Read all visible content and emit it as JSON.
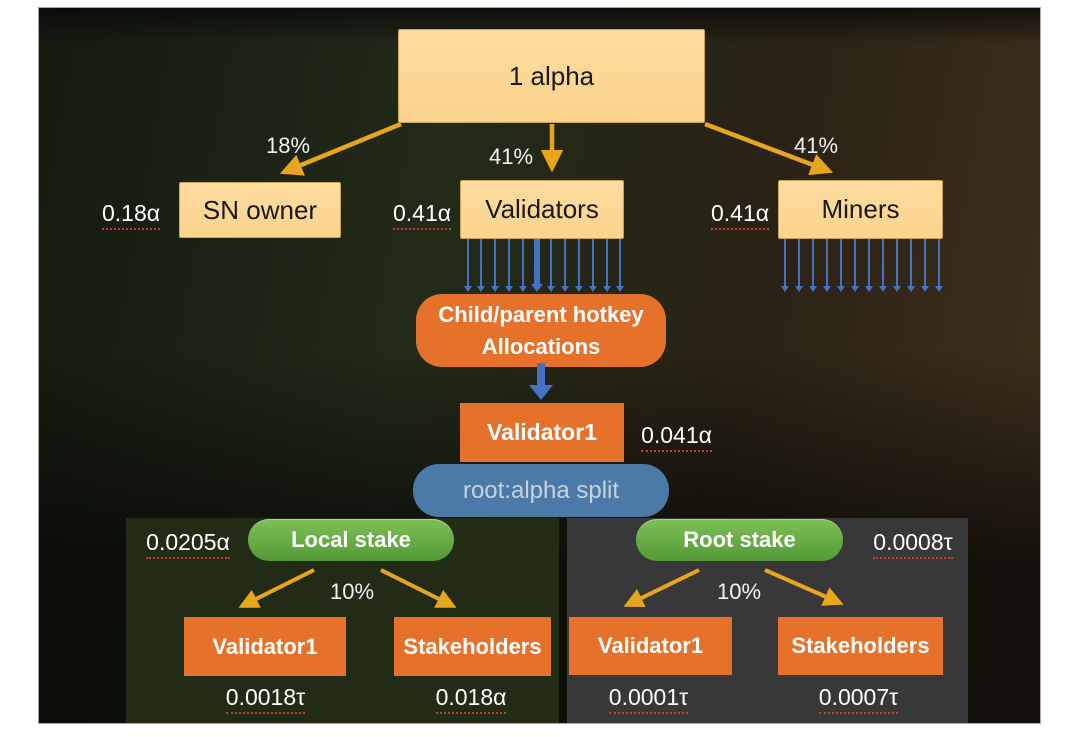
{
  "colors": {
    "cream_box": "#fbd48d",
    "orange_box": "#e6712a",
    "green_pill": "#5fae3d",
    "steel_blue_pill": "#4b79a8",
    "arrow_yellow": "#e7a61e",
    "arrow_blue": "#4472c4",
    "underline_red": "#cf3b2f",
    "panel_local_bg": "#222b16",
    "panel_root_bg": "#383838"
  },
  "root": {
    "label": "1 alpha"
  },
  "level1": [
    {
      "percent": "18%",
      "label": "SN owner",
      "amount": "0.18α"
    },
    {
      "percent": "41%",
      "label": "Validators",
      "amount": "0.41α"
    },
    {
      "percent": "41%",
      "label": "Miners",
      "amount": "0.41α"
    }
  ],
  "emission_arrows": {
    "validators": 12,
    "miners": 12
  },
  "hotkey": {
    "line1": "Child/parent hotkey",
    "line2": "Allocations"
  },
  "validator1": {
    "label": "Validator1",
    "amount": "0.041α"
  },
  "split_pill": {
    "label": "root:alpha split"
  },
  "panels": [
    {
      "stake_label": "Local stake",
      "amount": "0.0205α",
      "percent": "10%",
      "children": [
        {
          "label": "Validator1",
          "amount": "0.0018τ"
        },
        {
          "label": "Stakeholders",
          "amount": "0.018α"
        }
      ]
    },
    {
      "stake_label": "Root stake",
      "amount": "0.0008τ",
      "percent": "10%",
      "children": [
        {
          "label": "Validator1",
          "amount": "0.0001τ"
        },
        {
          "label": "Stakeholders",
          "amount": "0.0007τ"
        }
      ]
    }
  ]
}
